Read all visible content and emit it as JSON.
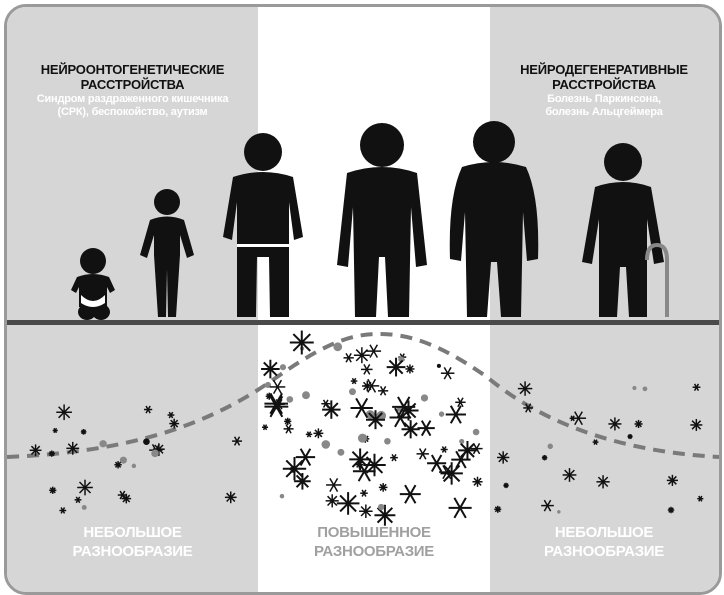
{
  "left_header": {
    "title_line1": "НЕЙРООНТОГЕНЕТИЧЕСКИЕ",
    "title_line2": "РАССТРОЙСТВА",
    "sub_line1": "Синдром раздраженного кишечника",
    "sub_line2": "(СРК), беспокойство, аутизм"
  },
  "right_header": {
    "title_line1": "НЕЙРОДЕГЕНЕРАТИВНЫЕ",
    "title_line2": "РАССТРОЙСТВА",
    "sub_line1": "Болезнь Паркинсона,",
    "sub_line2": "болезнь Альцгеймера"
  },
  "bottom_labels": {
    "left_line1": "НЕБОЛЬШОЕ",
    "left_line2": "РАЗНООБРАЗИЕ",
    "center_line1": "ПОВЫШЕННОЕ",
    "center_line2": "РАЗНООБРАЗИЕ",
    "right_line1": "НЕБОЛЬШОЕ",
    "right_line2": "РАЗНООБРАЗИЕ"
  },
  "figures": [
    "baby-icon",
    "child-icon",
    "teen-icon",
    "adult-icon",
    "middle-aged-icon",
    "elderly-with-cane-icon"
  ],
  "colors": {
    "panel_gray": "#d6d6d6",
    "frame": "#9a9a9a",
    "figure": "#111111",
    "curve": "#7a7a7a",
    "center_text": "#a0a0a0"
  }
}
